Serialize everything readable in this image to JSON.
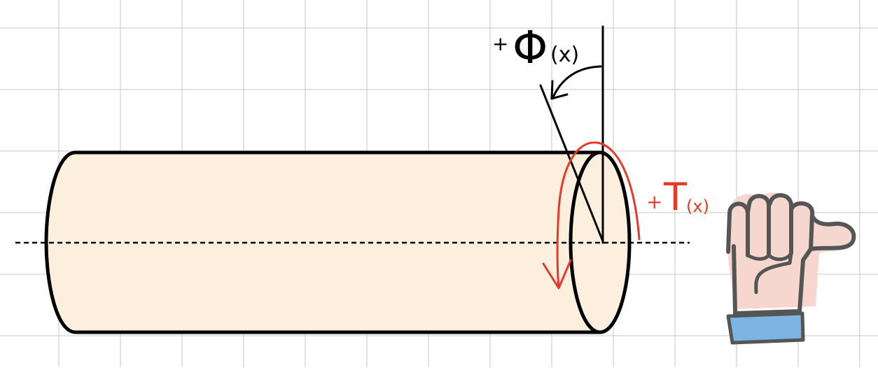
{
  "diagram": {
    "angle_label": {
      "sign": "+",
      "symbol": "Φ",
      "argument": "(x)"
    },
    "torque_label": {
      "sign": "+",
      "symbol": "T",
      "argument": "(x)"
    },
    "colors": {
      "grid": "#c9c9c9",
      "outline": "#000000",
      "cylinder_fill": "#fdefde",
      "torque": "#e53a2a",
      "hand_skin": "#f6d7cf",
      "hand_outline": "#555555",
      "cuff": "#7cb5e3"
    },
    "icons": {
      "hand": "thumbs-up-hand-icon"
    }
  }
}
